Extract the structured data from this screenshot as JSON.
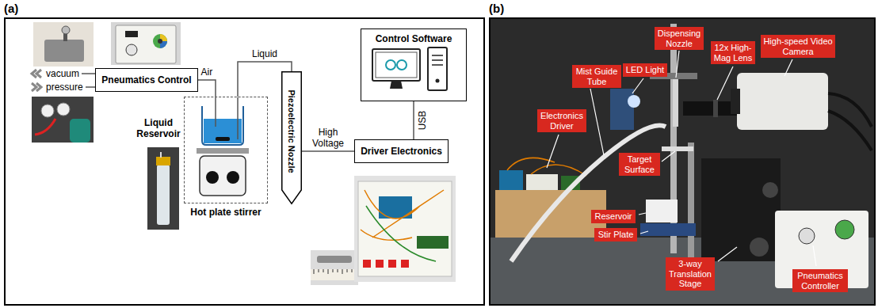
{
  "diagram": {
    "nodes": [
      {
        "text": [
          "(a)"
        ]
      },
      {
        "text": [
          "Pneumatics Control"
        ],
        "in": 0
      },
      {
        "text": [
          "Control Software"
        ],
        "in": 0
      },
      {
        "text": [
          "Hot plate stirrer"
        ],
        "in": 0
      },
      {
        "text": [
          "Piezoelectric Nozzle"
        ],
        "in": 0
      },
      {
        "text": [
          "Driver Electronics"
        ],
        "in": 0
      },
      {
        "text": [
          "(b)"
        ]
      },
      {
        "text": [
          "Dispensing Nozzle"
        ],
        "in": 6
      },
      {
        "text": [
          "Mist Guide Tube"
        ],
        "in": 6
      },
      {
        "text": [
          "LED Light"
        ],
        "in": 6
      },
      {
        "text": [
          "12x High-Mag Lens"
        ],
        "in": 6
      },
      {
        "text": [
          "High-speed Video Camera"
        ],
        "in": 6
      },
      {
        "text": [
          "Electronics Driver"
        ],
        "in": 6
      },
      {
        "text": [
          "Target Surface"
        ],
        "in": 6
      },
      {
        "text": [
          "Reservoir"
        ],
        "in": 6
      },
      {
        "text": [
          "Stir Plate"
        ],
        "in": 6
      },
      {
        "text": [
          "3-way Translation Stage"
        ],
        "in": 6
      },
      {
        "text": [
          "Pneumatics Controller"
        ],
        "in": 6
      }
    ],
    "edges": [
      {
        "from": 1,
        "to": 3,
        "label": "Air",
        "arrow": "none"
      },
      {
        "from": 3,
        "to": 4,
        "label": "Liquid",
        "arrow": "none"
      },
      {
        "from": 5,
        "to": 4,
        "label": "High Voltage",
        "arrow": "none"
      },
      {
        "from": 2,
        "to": 5,
        "label": "USB",
        "arrow": "none"
      }
    ],
    "labels": [
      "vacuum",
      "pressure",
      "Liquid Reservoir"
    ]
  }
}
